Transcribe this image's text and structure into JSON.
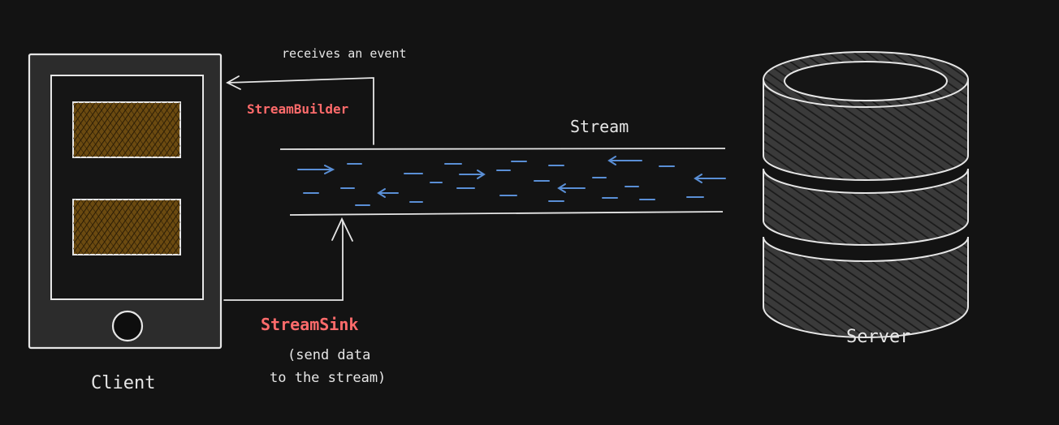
{
  "labels": {
    "client": "Client",
    "server": "Server",
    "stream": "Stream",
    "receives_event": "receives an event",
    "stream_builder": "StreamBuilder",
    "stream_sink": "StreamSink",
    "send_data_line1": "(send data",
    "send_data_line2": "to the stream)"
  },
  "colors": {
    "background": "#131313",
    "stroke": "#e6e6e6",
    "accent_label": "#ff6b6b",
    "flow_blue": "#5a8fd6",
    "card_fill": "#6b4a10"
  },
  "icons": {
    "client": "phone-icon",
    "server": "database-icon"
  }
}
